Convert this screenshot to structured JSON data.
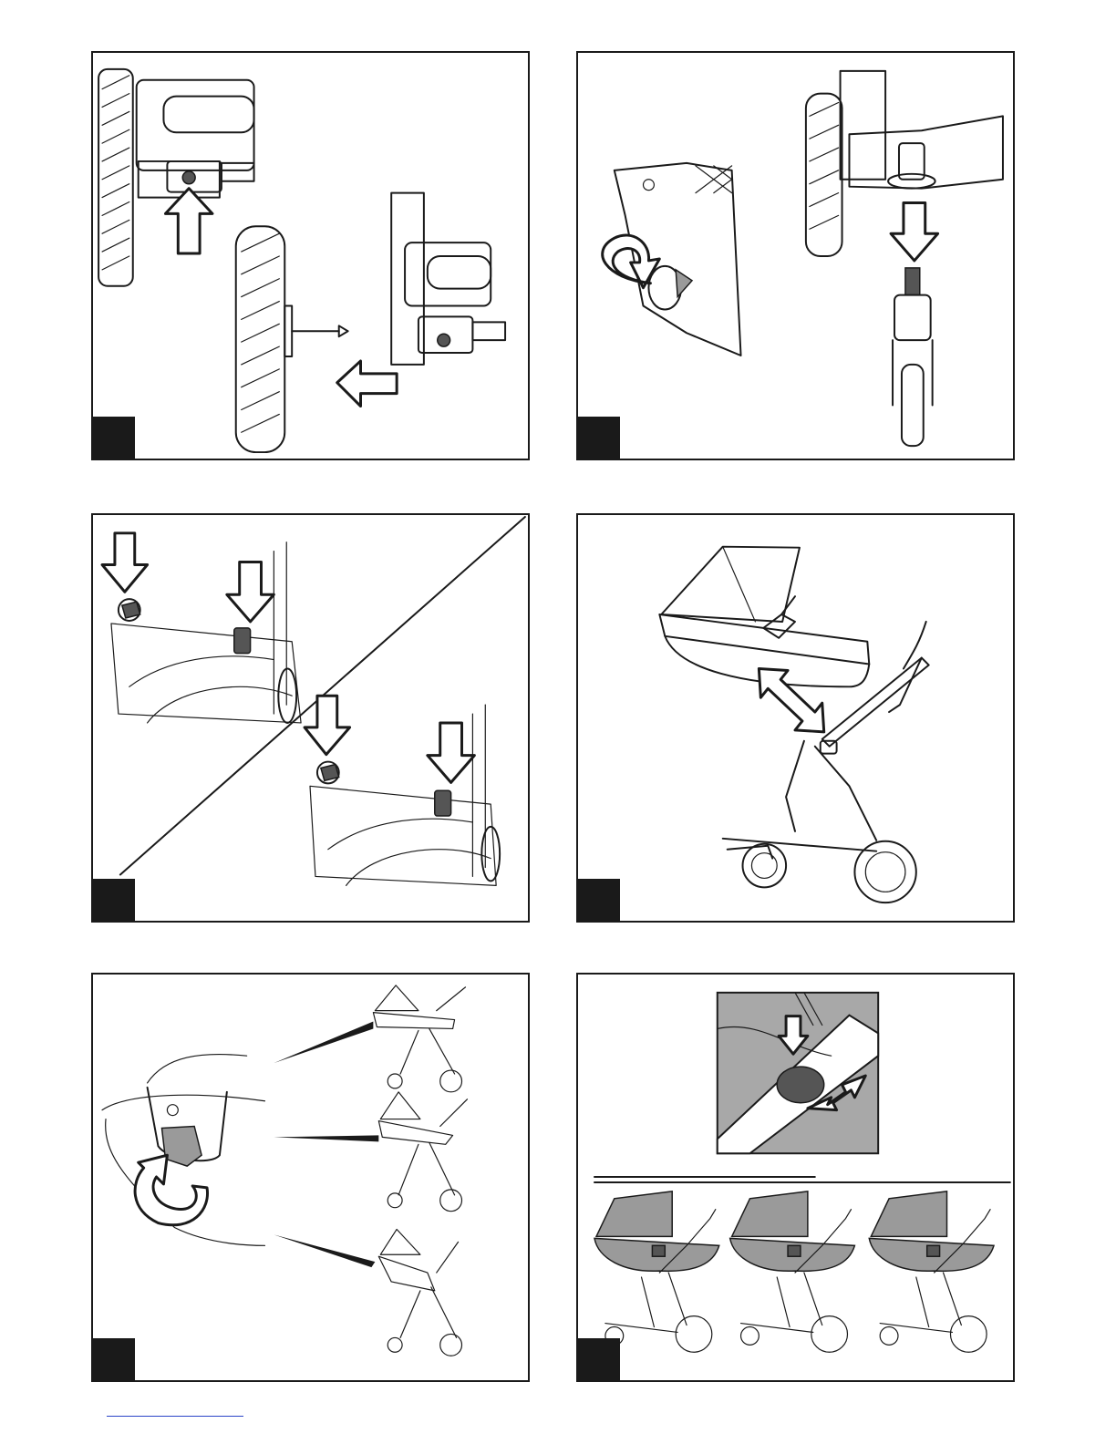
{
  "page": {
    "panels": [
      {
        "id": "panel-1",
        "description_icon": "rear-wheel-removal-icon"
      },
      {
        "id": "panel-2",
        "description_icon": "front-wheel-removal-icon"
      },
      {
        "id": "panel-3",
        "description_icon": "brake-lock-icon"
      },
      {
        "id": "panel-4",
        "description_icon": "carrycot-attach-icon"
      },
      {
        "id": "panel-5",
        "description_icon": "recline-adjust-icon"
      },
      {
        "id": "panel-6",
        "description_icon": "handle-position-icon"
      }
    ],
    "colors": {
      "line": "#1a1a1a",
      "badge": "#1a1a1a",
      "shade": "#9a9a9a",
      "link": "#2a44c8"
    }
  }
}
